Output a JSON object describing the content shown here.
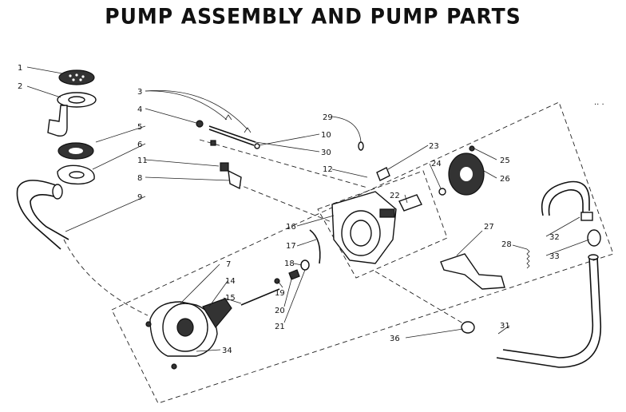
{
  "title": "PUMP ASSEMBLY AND PUMP PARTS",
  "callouts": [
    "1",
    "2",
    "3",
    "4",
    "5",
    "6",
    "7",
    "8",
    "9",
    "10",
    "11",
    "12",
    "14",
    "15",
    "16",
    "17",
    "18",
    "19",
    "20",
    "21",
    "22",
    "23",
    "24",
    "25",
    "26",
    "27",
    "28",
    "29",
    "30",
    "31",
    "32",
    "33",
    "34",
    "36"
  ],
  "corner_mark": "·· ·"
}
